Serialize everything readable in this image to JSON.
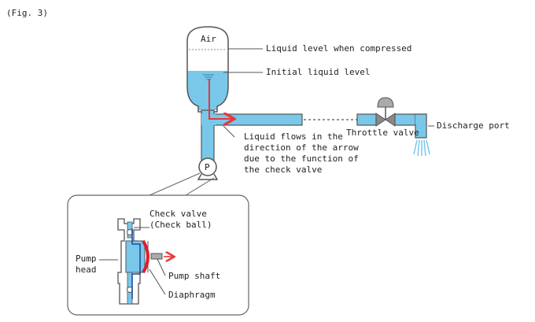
{
  "figure_label": "(Fig. 3)",
  "tank": {
    "label": "Air"
  },
  "callouts": {
    "compressed_level": "Liquid level when compressed",
    "initial_level": "Initial liquid level",
    "flow_note": [
      "Liquid flows in the",
      "direction of the arrow",
      "due to the function of",
      "the check valve"
    ],
    "throttle_valve": "Throttle valve",
    "discharge_port": "Discharge port"
  },
  "pump_symbol": "P",
  "detail": {
    "check_valve": [
      "Check valve",
      "(Check ball)"
    ],
    "pump_head": [
      "Pump",
      "head"
    ],
    "pump_shaft": "Pump shaft",
    "diaphragm": "Diaphragm"
  },
  "colors": {
    "liquid": "#79c8ea",
    "outline": "#555555",
    "arrow": "#e8373a",
    "valve": "#888888"
  }
}
